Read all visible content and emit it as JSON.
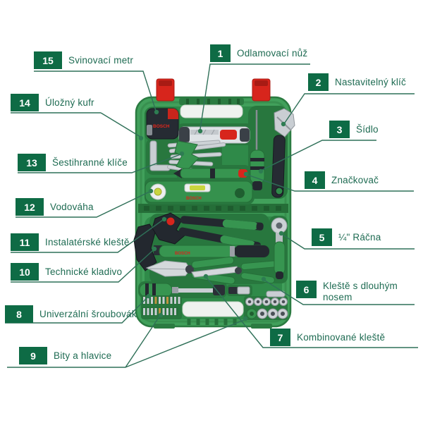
{
  "brand": "BOSCH",
  "colors": {
    "badge_green": "#0E6B45",
    "label_text_green": "#1E6B52",
    "leader_line_green": "#2F7058",
    "case_green": "#41A05B",
    "case_recess_green": "#2F8A49",
    "latch_red": "#D7251C",
    "tool_green": "#379550",
    "tool_dark": "#23282F",
    "silver": "#CDD2D6",
    "vial_lime": "#C9D53F"
  },
  "callouts": [
    {
      "num": "1",
      "label": "Odlamovací nůž"
    },
    {
      "num": "2",
      "label": "Nastavitelný klíč"
    },
    {
      "num": "3",
      "label": "Šídlo"
    },
    {
      "num": "4",
      "label": "Značkovač"
    },
    {
      "num": "5",
      "label": "¼\" Ráčna"
    },
    {
      "num": "6",
      "label": "Kleště s dlouhým nosem"
    },
    {
      "num": "7",
      "label": "Kombinované kleště"
    },
    {
      "num": "8",
      "label": "Univerzální šroubovák"
    },
    {
      "num": "9",
      "label": "Bity a hlavice"
    },
    {
      "num": "10",
      "label": "Technické kladivo"
    },
    {
      "num": "11",
      "label": "Instalatérské kleště"
    },
    {
      "num": "12",
      "label": "Vodováha"
    },
    {
      "num": "13",
      "label": "Šestihranné klíče"
    },
    {
      "num": "14",
      "label": "Úložný kufr"
    },
    {
      "num": "15",
      "label": "Svinovací metr"
    }
  ]
}
